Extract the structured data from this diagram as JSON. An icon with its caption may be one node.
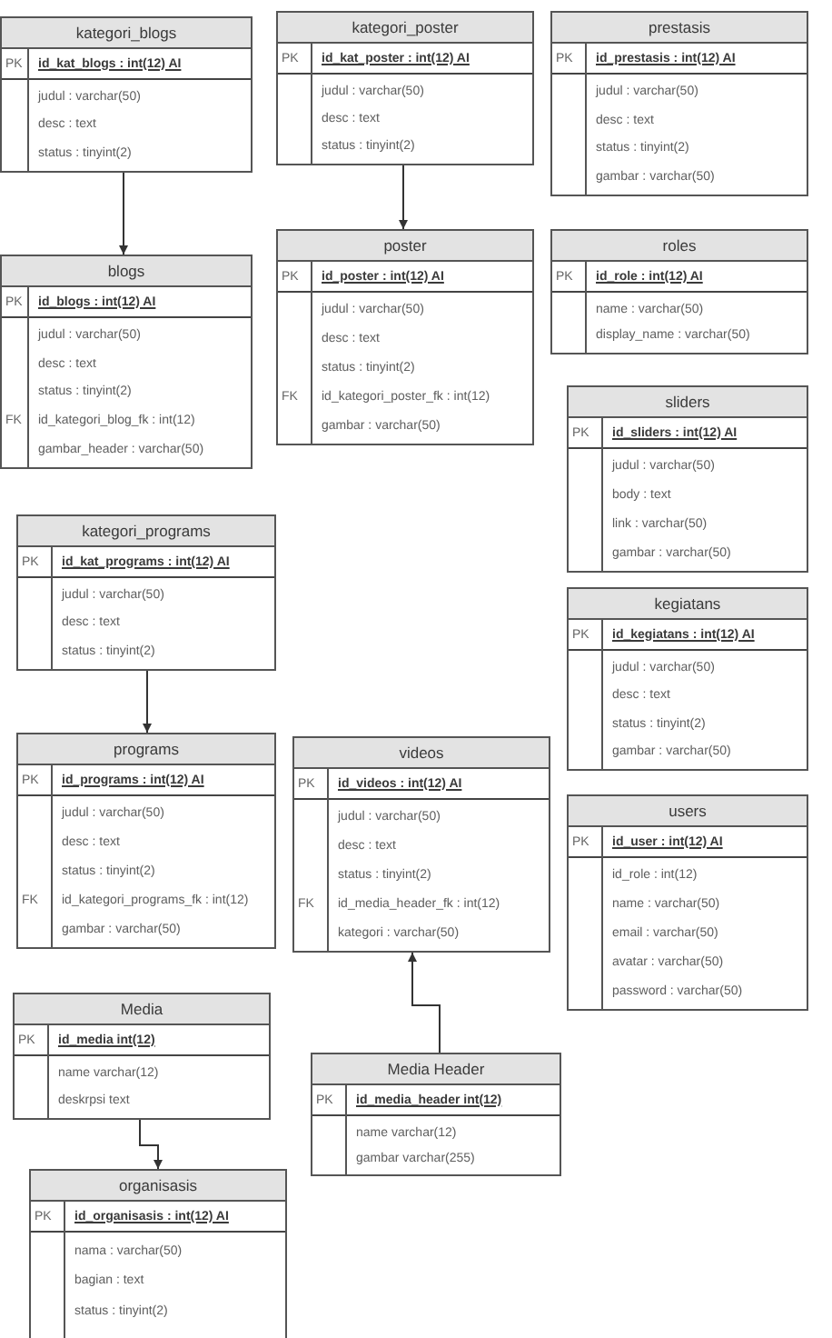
{
  "diagram": {
    "nodes": [
      {
        "text": [
          "kategori_blogs",
          "PK",
          "id_kat_blogs : int(12) AI",
          "judul : varchar(50)",
          "desc : text",
          "status : tinyint(2)"
        ]
      },
      {
        "text": [
          "kategori_poster",
          "PK",
          "id_kat_poster : int(12) AI",
          "judul : varchar(50)",
          "desc : text",
          "status : tinyint(2)"
        ]
      },
      {
        "text": [
          "prestasis",
          "PK",
          "id_prestasis : int(12) AI",
          "judul : varchar(50)",
          "desc : text",
          "status : tinyint(2)",
          "gambar : varchar(50)"
        ]
      },
      {
        "text": [
          "blogs",
          "PK",
          "id_blogs : int(12) AI",
          "judul : varchar(50)",
          "desc : text",
          "status : tinyint(2)",
          "FK",
          "id_kategori_blog_fk : int(12)",
          "gambar_header : varchar(50)"
        ]
      },
      {
        "text": [
          "poster",
          "PK",
          "id_poster : int(12) AI",
          "judul : varchar(50)",
          "desc : text",
          "status : tinyint(2)",
          "FK",
          "id_kategori_poster_fk : int(12)",
          "gambar : varchar(50)"
        ]
      },
      {
        "text": [
          "roles",
          "PK",
          "id_role : int(12) AI",
          "name : varchar(50)",
          "display_name : varchar(50)"
        ]
      },
      {
        "text": [
          "sliders",
          "PK",
          "id_sliders : int(12) AI",
          "judul : varchar(50)",
          "body : text",
          "link : varchar(50)",
          "gambar : varchar(50)"
        ]
      },
      {
        "text": [
          "kategori_programs",
          "PK",
          "id_kat_programs : int(12) AI",
          "judul : varchar(50)",
          "desc : text",
          "status : tinyint(2)"
        ]
      },
      {
        "text": [
          "kegiatans",
          "PK",
          "id_kegiatans : int(12) AI",
          "judul : varchar(50)",
          "desc : text",
          "status : tinyint(2)",
          "gambar : varchar(50)"
        ]
      },
      {
        "text": [
          "programs",
          "PK",
          "id_programs : int(12) AI",
          "judul : varchar(50)",
          "desc : text",
          "status : tinyint(2)",
          "FK",
          "id_kategori_programs_fk : int(12)",
          "gambar : varchar(50)"
        ]
      },
      {
        "text": [
          "videos",
          "PK",
          "id_videos : int(12) AI",
          "judul : varchar(50)",
          "desc : text",
          "status : tinyint(2)",
          "FK",
          "id_media_header_fk : int(12)",
          "kategori : varchar(50)"
        ]
      },
      {
        "text": [
          "users",
          "PK",
          "id_user : int(12) AI",
          "id_role : int(12)",
          "name : varchar(50)",
          "email : varchar(50)",
          "avatar : varchar(50)",
          "password : varchar(50)"
        ]
      },
      {
        "text": [
          "Media",
          "PK",
          "id_media int(12)",
          "name varchar(12)",
          "deskrpsi text"
        ]
      },
      {
        "text": [
          "Media Header",
          "PK",
          "id_media_header int(12)",
          "name varchar(12)",
          "gambar varchar(255)"
        ]
      },
      {
        "text": [
          "organisasis",
          "PK",
          "id_organisasis : int(12) AI",
          "nama : varchar(50)",
          "bagian : text",
          "status : tinyint(2)"
        ]
      }
    ],
    "edges": [
      {
        "from": 0,
        "to": 3,
        "arrow": "to"
      },
      {
        "from": 1,
        "to": 4,
        "arrow": "to"
      },
      {
        "from": 7,
        "to": 9,
        "arrow": "to"
      },
      {
        "from": 13,
        "to": 10,
        "arrow": "to"
      },
      {
        "from": 12,
        "to": 14,
        "arrow": "to"
      }
    ]
  }
}
